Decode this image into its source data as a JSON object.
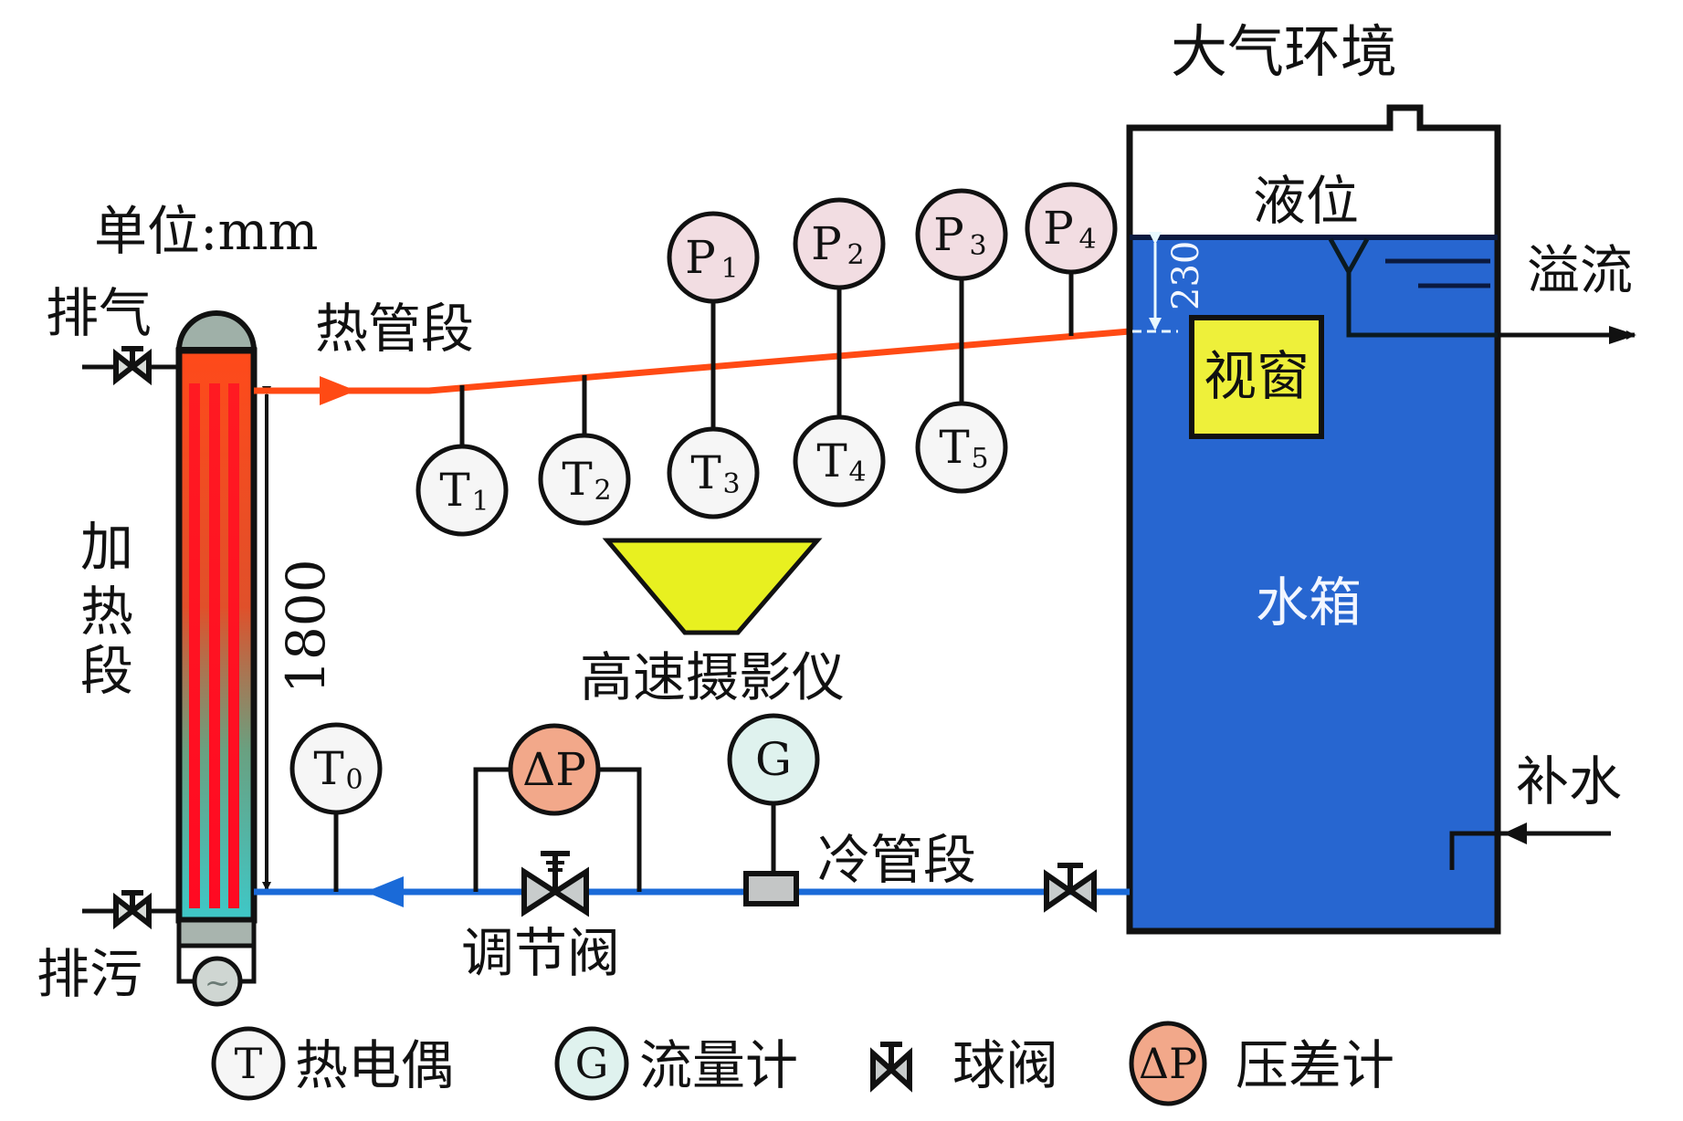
{
  "title": "热管段/冷管段自然循环实验回路示意图",
  "labels": {
    "atmosphere": "大气环境",
    "unit": "单位:mm",
    "vent": "排气",
    "hot_leg": "热管段",
    "heating_section": [
      "加",
      "热",
      "段"
    ],
    "heater_height": "1800",
    "drain": "排污",
    "control_valve": "调节阀",
    "cold_leg": "冷管段",
    "camera": "高速摄影仪",
    "liquid_level": "液位",
    "overflow": "溢流",
    "view_window": "视窗",
    "water_tank": "水箱",
    "makeup_water": "补水",
    "level_depth": "230"
  },
  "sensors": {
    "thermocouples": [
      {
        "main": "T",
        "sub": "1"
      },
      {
        "main": "T",
        "sub": "2"
      },
      {
        "main": "T",
        "sub": "3"
      },
      {
        "main": "T",
        "sub": "4"
      },
      {
        "main": "T",
        "sub": "5"
      }
    ],
    "pressures": [
      {
        "main": "P",
        "sub": "1"
      },
      {
        "main": "P",
        "sub": "2"
      },
      {
        "main": "P",
        "sub": "3"
      },
      {
        "main": "P",
        "sub": "4"
      }
    ],
    "inlet_thermocouple": {
      "main": "T",
      "sub": "0"
    },
    "diff_pressure": "ΔP",
    "flow_meter": "G",
    "ac_source": "~"
  },
  "legend": [
    {
      "symbol": "T",
      "label": "热电偶",
      "icon": "thermocouple-icon"
    },
    {
      "symbol": "G",
      "label": "流量计",
      "icon": "flowmeter-icon"
    },
    {
      "symbol": "",
      "label": "球阀",
      "icon": "ball-valve-icon"
    },
    {
      "symbol": "ΔP",
      "label": "压差计",
      "icon": "diff-pressure-icon"
    }
  ],
  "colors": {
    "hot_pipe": "#ff4a14",
    "cold_pipe": "#1a6ad8",
    "tank_water": "#2766d0",
    "window": "#eef03a",
    "camera": "#e8f020",
    "pressure_fill": "#f2dde2",
    "thermo_fill": "#f6f6f6",
    "flow_fill": "#dff2ee",
    "dp_fill": "#f2a88a"
  }
}
